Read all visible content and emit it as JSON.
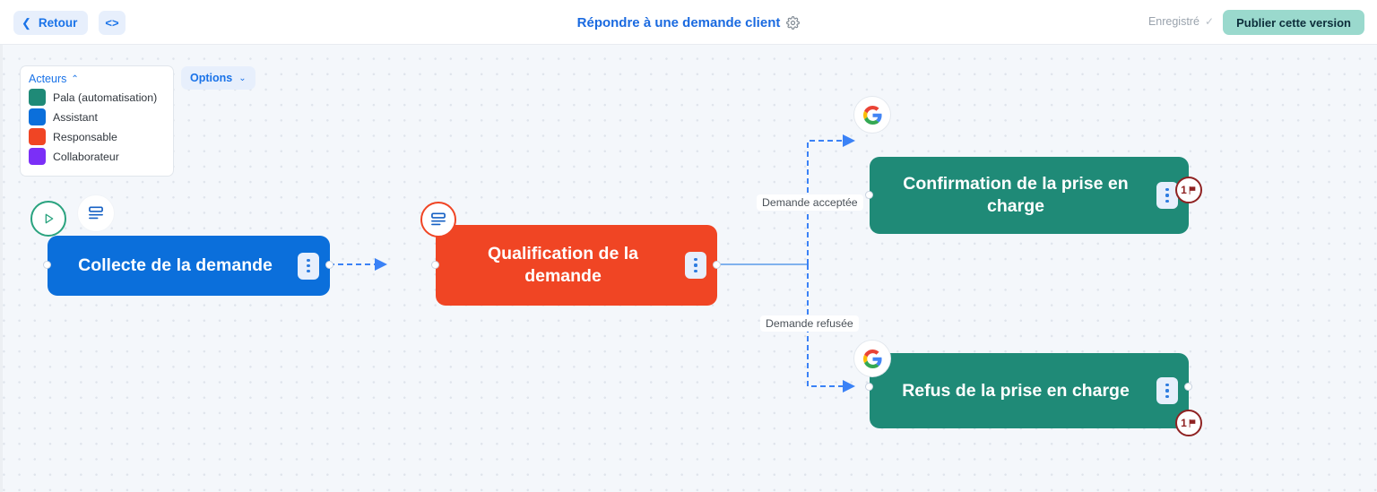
{
  "topbar": {
    "back_label": "Retour",
    "back_chevron": "chevron-left-icon",
    "code_label": "<>",
    "title": "Répondre à une demande client",
    "gear_icon": "gear-icon",
    "saved_label": "Enregistré",
    "saved_check": "✓",
    "publish_label": "Publier cette version"
  },
  "legend": {
    "title": "Acteurs",
    "caret": "⌃",
    "items": [
      {
        "label": "Pala (automatisation)",
        "color": "#1f8a77"
      },
      {
        "label": "Assistant",
        "color": "#0b6fdb"
      },
      {
        "label": "Responsable",
        "color": "#f04524"
      },
      {
        "label": "Collaborateur",
        "color": "#7b2ff7"
      }
    ]
  },
  "options": {
    "label": "Options",
    "caret": "⌄"
  },
  "canvas": {
    "nodes": [
      {
        "id": "collecte",
        "label": "Collecte de la demande",
        "color": "#0b6fdb",
        "actor": "Assistant",
        "icons": [
          "play-icon",
          "form-icon"
        ],
        "menu": "kebab-menu-icon"
      },
      {
        "id": "qualification",
        "label": "Qualification de la demande",
        "color": "#f04524",
        "actor": "Responsable",
        "icons": [
          "form-icon"
        ],
        "menu": "kebab-menu-icon"
      },
      {
        "id": "confirmation",
        "label": "Confirmation de la prise en charge",
        "color": "#1f8a77",
        "actor": "Pala (automatisation)",
        "icons": [
          "google-icon"
        ],
        "menu": "kebab-menu-icon",
        "flag_count": "1"
      },
      {
        "id": "refus",
        "label": "Refus de la prise en charge",
        "color": "#1f8a77",
        "actor": "Pala (automatisation)",
        "icons": [
          "google-icon"
        ],
        "menu": "kebab-menu-icon",
        "flag_count": "1"
      }
    ],
    "edge_labels": {
      "accepted": "Demande acceptée",
      "refused": "Demande refusée"
    },
    "edge_color": "#3b82f6"
  }
}
